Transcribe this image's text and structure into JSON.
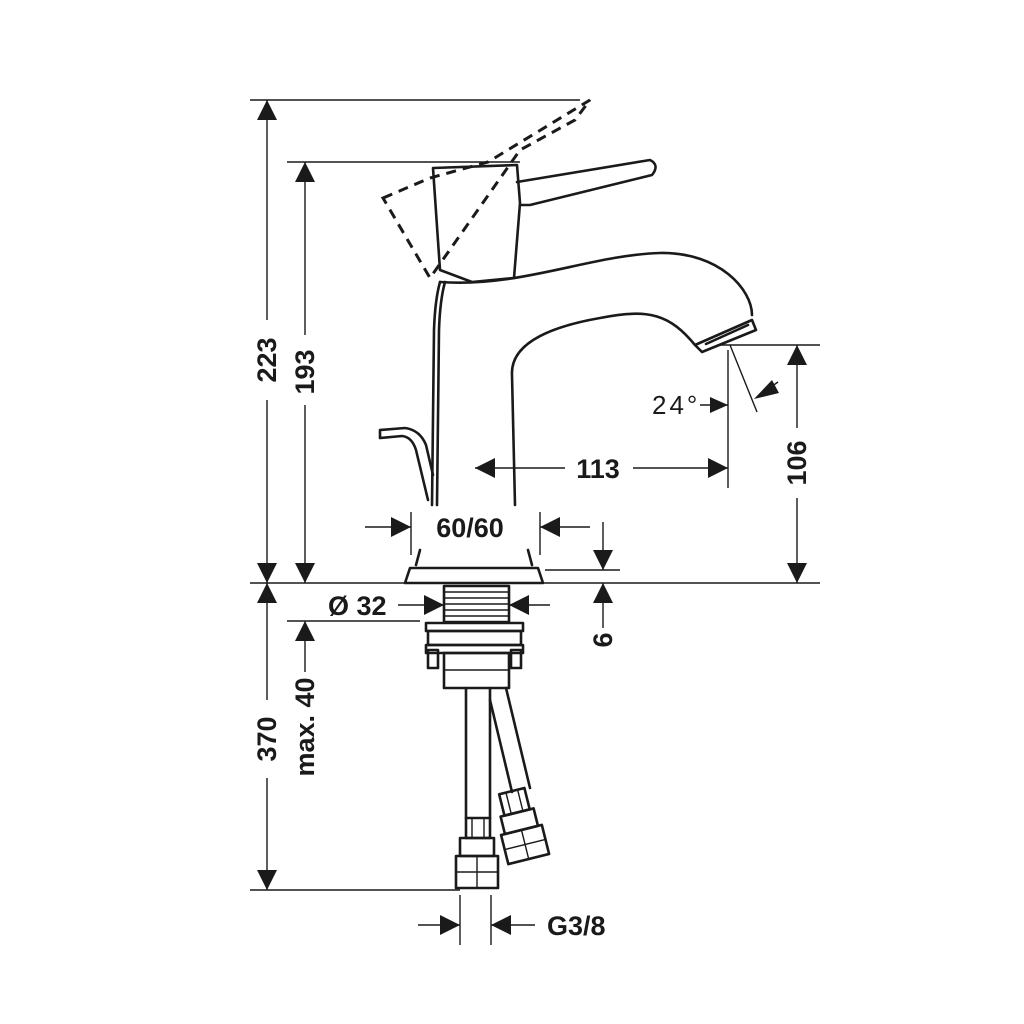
{
  "dimensions": {
    "overall_height_lever_open": "223",
    "overall_height": "193",
    "spout_height": "106",
    "spout_reach": "113",
    "spray_angle": "24°",
    "base_diameter": "60/60",
    "base_thickness": "6",
    "shank_diameter": "Ø 32",
    "max_counter_thickness": "max. 40",
    "hose_length": "370",
    "connection_thread": "G3/8"
  },
  "colors": {
    "line": "#1a1a1a",
    "background": "#ffffff"
  }
}
